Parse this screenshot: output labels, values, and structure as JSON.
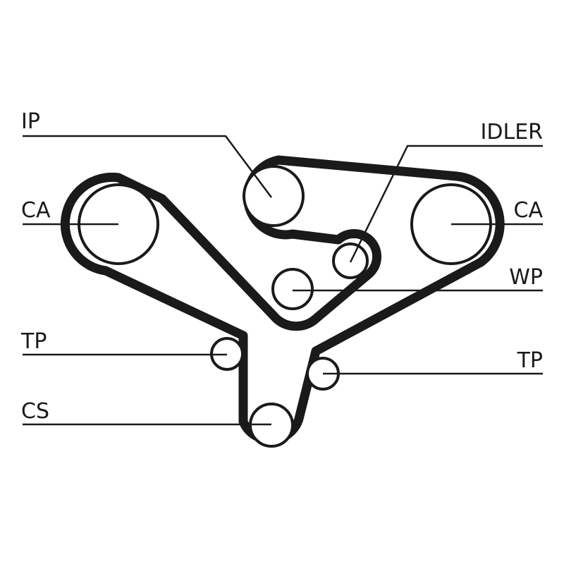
{
  "diagram": {
    "title": "Timing belt routing",
    "labels": {
      "ip": "IP",
      "idler": "IDLER",
      "ca_left": "CA",
      "ca_right": "CA",
      "wp": "WP",
      "tp_left": "TP",
      "tp_right": "TP",
      "cs": "CS"
    },
    "color": "#1a1a1a"
  }
}
